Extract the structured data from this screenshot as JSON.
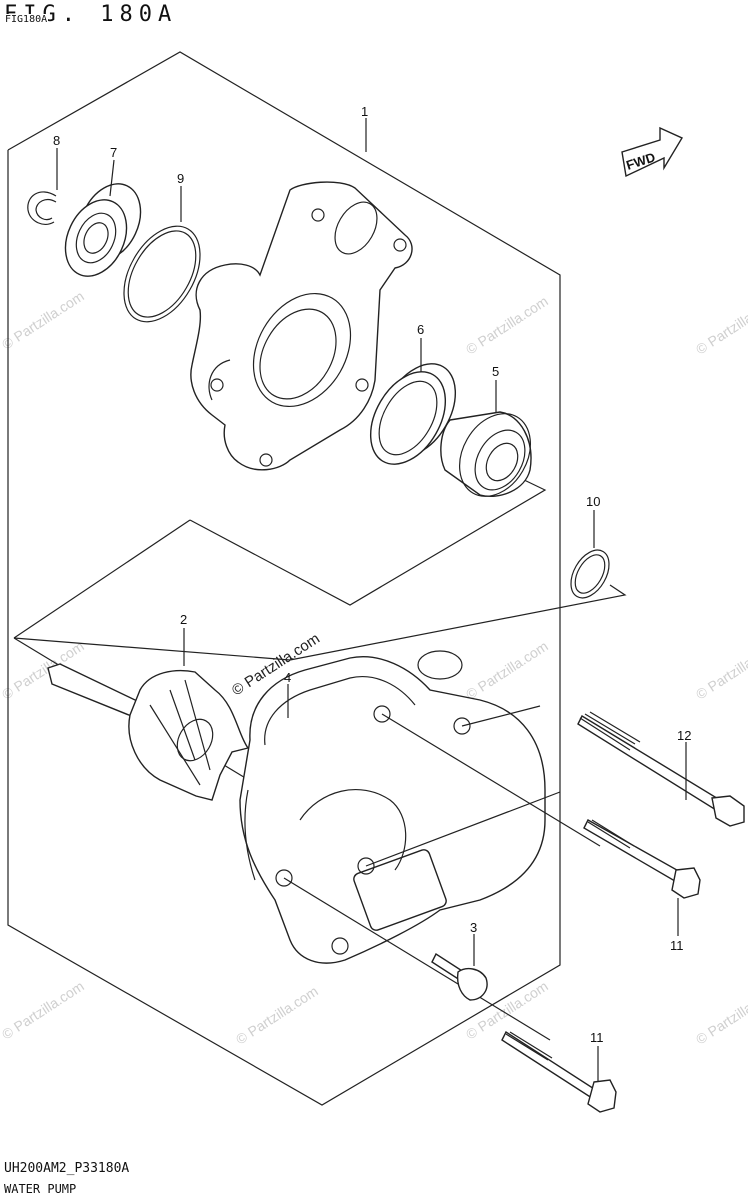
{
  "header": {
    "title": "FIG. 180A",
    "subtitle": "FIG180A"
  },
  "footer": {
    "code": "UH200AM2_P33180A",
    "name": "WATER PUMP"
  },
  "fwd_label": "FWD",
  "watermark_text": "© Partzilla.com",
  "callouts": [
    "1",
    "2",
    "3",
    "4",
    "5",
    "6",
    "7",
    "8",
    "9",
    "10",
    "11",
    "11",
    "12"
  ],
  "colors": {
    "line": "#222222",
    "watermark": "#cfcfcf",
    "background": "#ffffff"
  }
}
